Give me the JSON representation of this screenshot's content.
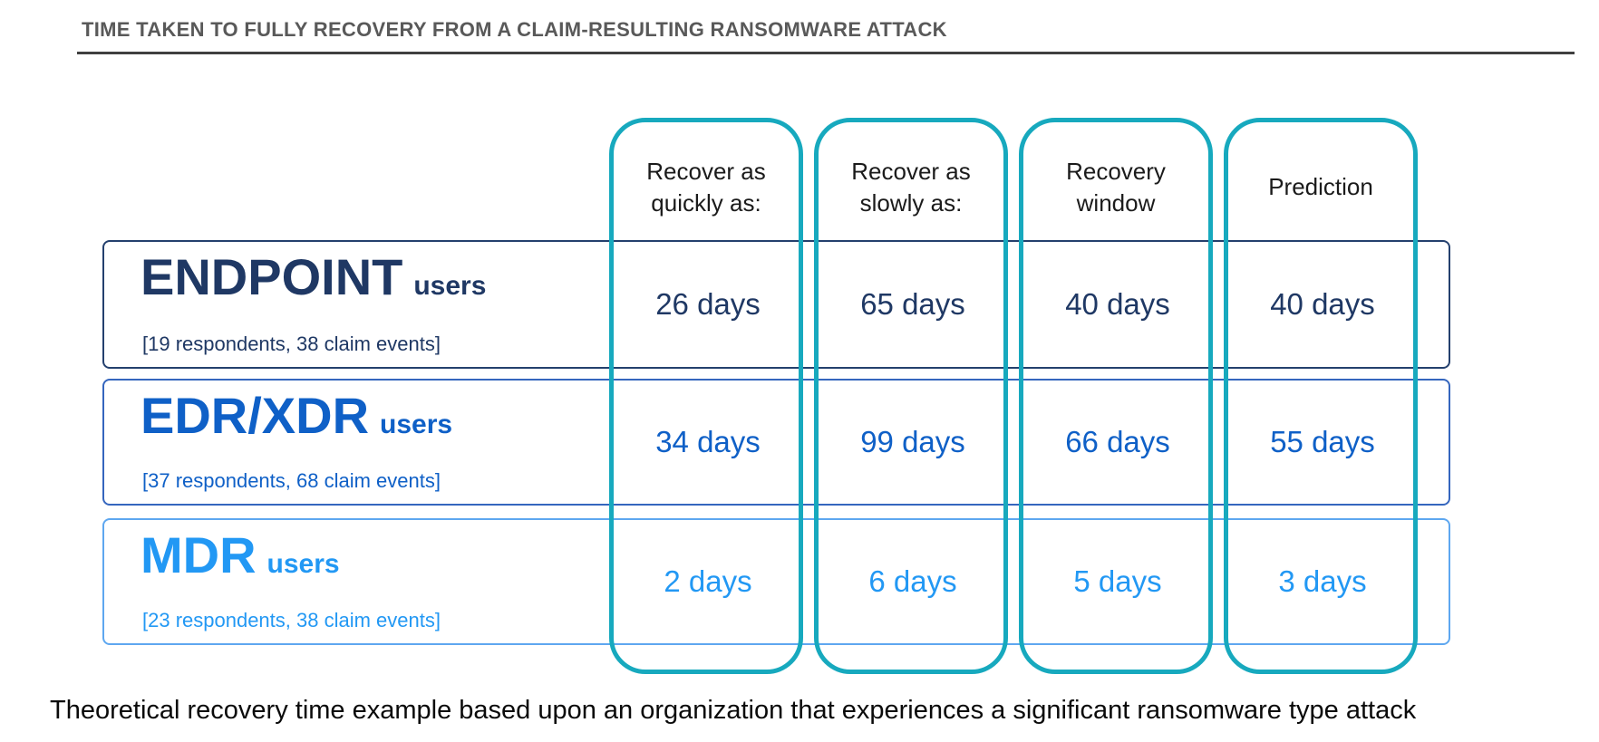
{
  "page": {
    "title": "TIME TAKEN TO FULLY RECOVERY FROM A CLAIM-RESULTING RANSOMWARE ATTACK",
    "caption": "Theoretical recovery time example based upon an organization that experiences a significant ransomware type attack"
  },
  "columns": [
    "Recover as quickly as:",
    "Recover as slowly as:",
    "Recovery window",
    "Prediction"
  ],
  "rows": [
    {
      "title": "ENDPOINT",
      "suffix": "users",
      "meta": "[19 respondents, 38 claim events]",
      "values": [
        "26 days",
        "65 days",
        "40 days",
        "40 days"
      ]
    },
    {
      "title": "EDR/XDR",
      "suffix": "users",
      "meta": "[37 respondents, 68 claim events]",
      "values": [
        "34 days",
        "99 days",
        "66 days",
        "55 days"
      ]
    },
    {
      "title": "MDR",
      "suffix": "users",
      "meta": "[23 respondents, 38 claim events]",
      "values": [
        "2 days",
        "6 days",
        "5 days",
        "3 days"
      ]
    }
  ],
  "colors": {
    "accent_teal": "#17A9BE",
    "endpoint_navy": "#1F3864",
    "edr_xdr_blue": "#0F60C7",
    "mdr_light_blue": "#2298F4",
    "title_gray": "#595959"
  },
  "chart_data": {
    "type": "table",
    "title": "TIME TAKEN TO FULLY RECOVERY FROM A CLAIM-RESULTING RANSOMWARE ATTACK",
    "columns": [
      "Recover as quickly as:",
      "Recover as slowly as:",
      "Recovery window",
      "Prediction"
    ],
    "unit": "days",
    "rows": [
      {
        "group": "ENDPOINT users",
        "detail": "[19 respondents, 38 claim events]",
        "values": [
          26,
          65,
          40,
          40
        ]
      },
      {
        "group": "EDR/XDR users",
        "detail": "[37 respondents, 68 claim events]",
        "values": [
          34,
          99,
          66,
          55
        ]
      },
      {
        "group": "MDR users",
        "detail": "[23 respondents, 38 claim events]",
        "values": [
          2,
          6,
          5,
          3
        ]
      }
    ],
    "caption": "Theoretical recovery time example based upon an organization that experiences a significant ransomware type attack"
  }
}
